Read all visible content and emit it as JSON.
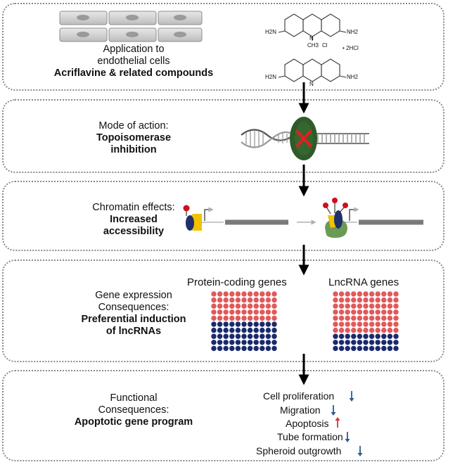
{
  "panels": [
    {
      "id": "application",
      "heading": "Application to endothelial cells",
      "heading_lines": [
        "Application to",
        "endothelial cells"
      ],
      "bold": "Acriflavine & related compounds"
    },
    {
      "id": "mode",
      "heading": "Mode of action:",
      "bold_lines": [
        "Topoisomerase",
        "inhibition"
      ]
    },
    {
      "id": "chromatin",
      "heading": "Chromatin effects:",
      "bold_lines": [
        "Increased",
        "accessibility"
      ]
    },
    {
      "id": "gene-expression",
      "heading_lines": [
        "Gene expression",
        "Consequences:"
      ],
      "bold_lines": [
        "Preferential induction",
        "of lncRNAs"
      ],
      "grid_titles": [
        "Protein-coding genes",
        "LncRNA genes"
      ]
    },
    {
      "id": "functional",
      "heading_lines": [
        "Functional",
        "Consequences:"
      ],
      "bold": "Apoptotic gene program",
      "effects": [
        {
          "label": "Cell proliferation",
          "direction": "down"
        },
        {
          "label": "Migration",
          "direction": "down"
        },
        {
          "label": "Apoptosis",
          "direction": "up"
        },
        {
          "label": "Tube formation",
          "direction": "down"
        },
        {
          "label": "Spheroid outgrowth",
          "direction": "down"
        }
      ]
    }
  ],
  "molecules": {
    "amine": "H2N",
    "amine_right": "NH2",
    "methyl": "CH3",
    "chloride": "Cl",
    "salt": "• 2HCl",
    "nitrogen": "N"
  },
  "grids": {
    "protein_coding": {
      "red_rows": 5,
      "blue_rows": 5,
      "cols": 11
    },
    "lncrna": {
      "red_rows": 7,
      "blue_rows": 3,
      "cols": 11
    }
  },
  "colors": {
    "red_dot": "#e05a5a",
    "blue_dot": "#1b2a6b",
    "down_arrow": "#2a5d8f",
    "up_arrow": "#e03030",
    "dna_block": "#8a8a8a",
    "yellow_protein": "#f2c200",
    "navy_protein": "#20306a",
    "green_protein": "#2f5a2a",
    "marker_red": "#cc1020",
    "inhibit_x": "#e02020"
  }
}
